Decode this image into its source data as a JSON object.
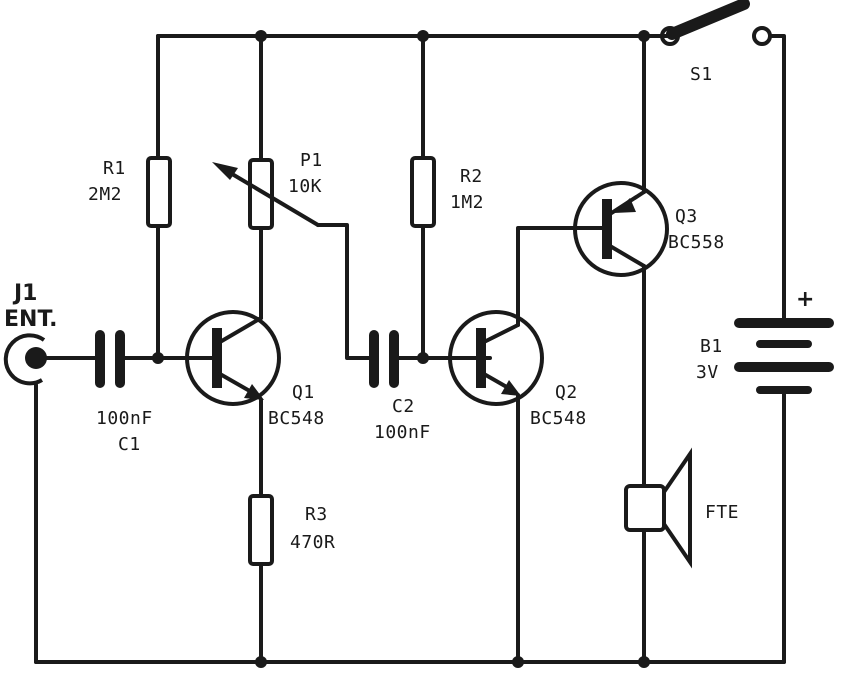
{
  "components": {
    "r1": {
      "ref": "R1",
      "value": "2M2"
    },
    "p1": {
      "ref": "P1",
      "value": "10K"
    },
    "r2": {
      "ref": "R2",
      "value": "1M2"
    },
    "r3": {
      "ref": "R3",
      "value": "470R"
    },
    "c1": {
      "ref": "C1",
      "value": "100nF"
    },
    "c2": {
      "ref": "C2",
      "value": "100nF"
    },
    "q1": {
      "ref": "Q1",
      "value": "BC548"
    },
    "q2": {
      "ref": "Q2",
      "value": "BC548"
    },
    "q3": {
      "ref": "Q3",
      "value": "BC558"
    },
    "j1": {
      "ref": "J1",
      "value": "ENT."
    },
    "s1": {
      "ref": "S1"
    },
    "b1": {
      "ref": "B1",
      "value": "3V",
      "polarity": "+"
    },
    "fte": {
      "ref": "FTE"
    }
  }
}
